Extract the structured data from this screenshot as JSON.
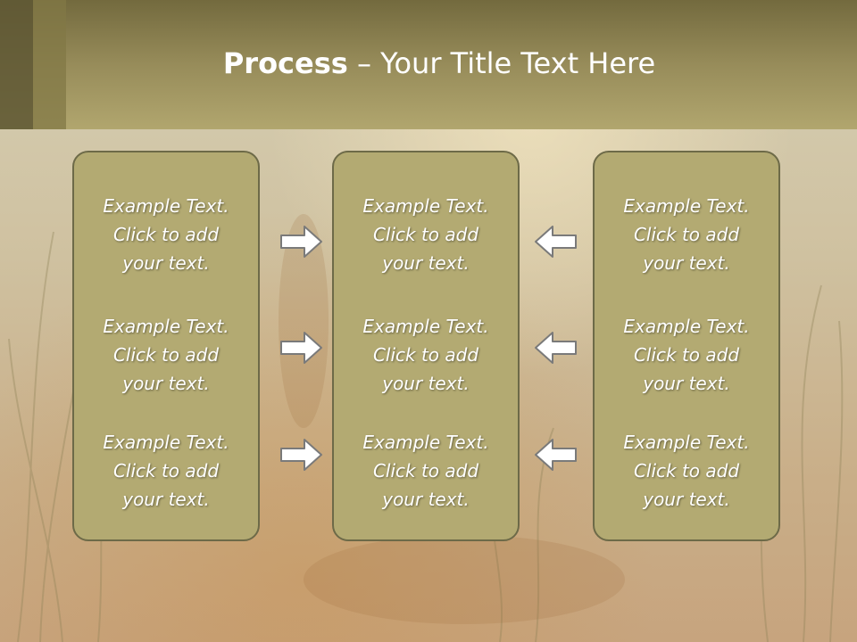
{
  "slide": {
    "title_bold": "Process",
    "title_rest": " – Your Title Text Here"
  },
  "boxes": [
    {
      "items": [
        {
          "line1": "Example Text.",
          "line2": "Click  to add",
          "line3": "your text."
        },
        {
          "line1": "Example Text.",
          "line2": "Click  to add",
          "line3": "your text."
        },
        {
          "line1": "Example Text.",
          "line2": "Click  to add",
          "line3": "your text."
        }
      ]
    },
    {
      "items": [
        {
          "line1": "Example Text.",
          "line2": "Click  to add",
          "line3": "your text."
        },
        {
          "line1": "Example Text.",
          "line2": "Click  to add",
          "line3": "your text."
        },
        {
          "line1": "Example Text.",
          "line2": "Click  to add",
          "line3": "your text."
        }
      ]
    },
    {
      "items": [
        {
          "line1": "Example Text.",
          "line2": "Click  to add",
          "line3": "your text."
        },
        {
          "line1": "Example Text.",
          "line2": "Click  to add",
          "line3": "your text."
        },
        {
          "line1": "Example Text.",
          "line2": "Click  to add",
          "line3": "your text."
        }
      ]
    }
  ],
  "colors": {
    "header": "#978c5a",
    "box_fill": "#b3aa72",
    "box_border": "#6d6a48",
    "arrow_fill": "#ffffff",
    "arrow_outline": "#7a7a7a"
  },
  "icons": {
    "left_arrows": "arrow-right-icon",
    "right_arrows": "arrow-left-icon"
  }
}
